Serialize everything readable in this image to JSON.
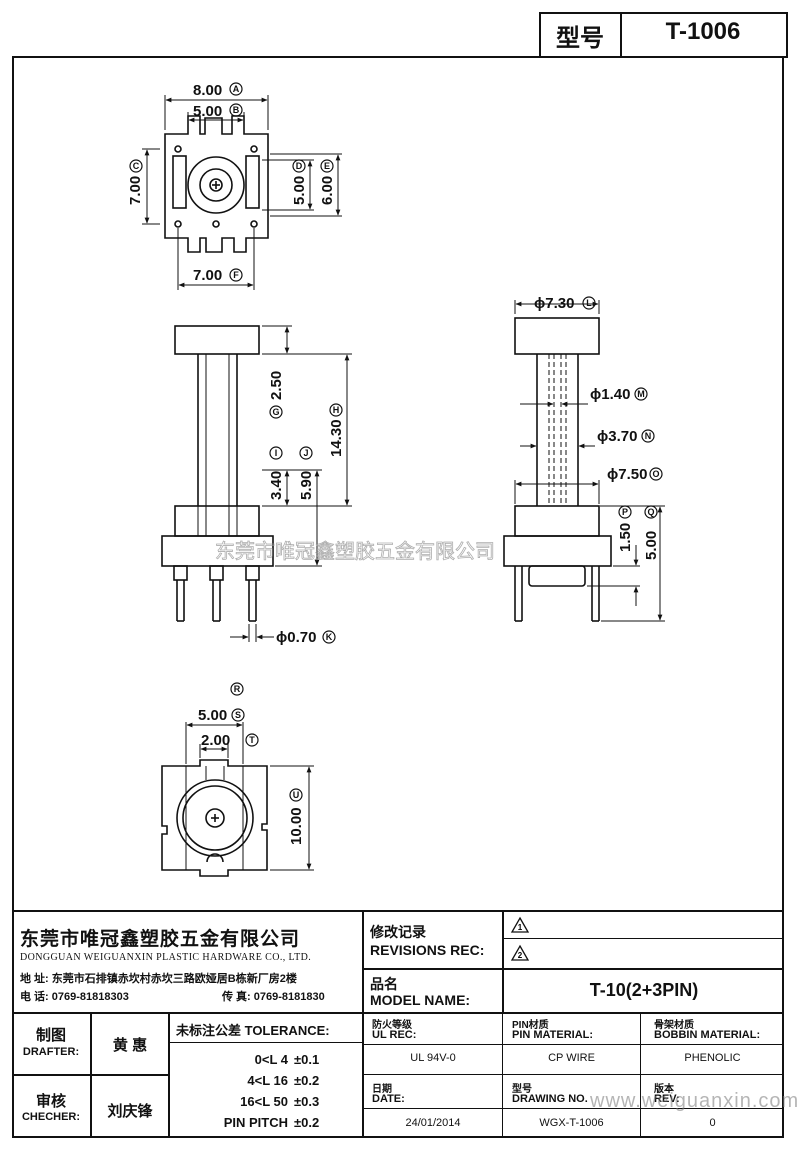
{
  "header": {
    "model_label": "型号",
    "model_value": "T-1006"
  },
  "dims": {
    "A": "8.00",
    "B": "5.00",
    "C": "7.00",
    "D": "5.00",
    "E": "6.00",
    "F": "7.00",
    "G": "2.50",
    "H": "14.30",
    "I": "3.40",
    "J": "5.90",
    "K": "ϕ0.70",
    "L": "ϕ7.30",
    "M": "ϕ1.40",
    "N": "ϕ3.70",
    "O": "ϕ7.50",
    "P": "1.50",
    "Q": "5.00",
    "S": "5.00",
    "T": "2.00",
    "U": "10.00"
  },
  "markers": {
    "A": "A",
    "B": "B",
    "C": "C",
    "D": "D",
    "E": "E",
    "F": "F",
    "G": "G",
    "H": "H",
    "I": "I",
    "J": "J",
    "K": "K",
    "L": "L",
    "M": "M",
    "N": "N",
    "O": "O",
    "P": "P",
    "Q": "Q",
    "R": "R",
    "S": "S",
    "T": "T",
    "U": "U"
  },
  "watermark": {
    "company": "东莞市唯冠鑫塑胶五金有限公司",
    "url": "www.weiguanxin.com"
  },
  "titleblock": {
    "company_cn": "东莞市唯冠鑫塑胶五金有限公司",
    "company_en": "DONGGUAN WEIGUANXIN PLASTIC HARDWARE CO., LTD.",
    "address": "地  址:  东莞市石排镇赤坎村赤坎三路欧娅居B栋新厂房2楼",
    "phone": "电  话:  0769-81818303",
    "fax": "传  真:  0769-8181830",
    "revisions_cn": "修改记录",
    "revisions_en": "REVISIONS REC:",
    "rev1": "1",
    "rev2": "2",
    "model_name_cn": "品名",
    "model_name_en": "MODEL NAME:",
    "model_name_value": "T-10(2+3PIN)",
    "drafter_cn": "制图",
    "drafter_en": "DRAFTER:",
    "drafter_name": "黄  惠",
    "checker_cn": "审核",
    "checker_en": "CHECHER:",
    "checker_name": "刘庆锋",
    "tolerance_title": "未标注公差 TOLERANCE:",
    "tol_rows": [
      {
        "range": "0<L   4",
        "value": "±0.1"
      },
      {
        "range": "4<L  16",
        "value": "±0.2"
      },
      {
        "range": "16<L  50",
        "value": "±0.3"
      },
      {
        "range": "PIN PITCH",
        "value": "±0.2"
      }
    ],
    "ul_cn": "防火等级",
    "ul_en": "UL REC:",
    "ul_value": "UL 94V-0",
    "pin_cn": "PIN材质",
    "pin_en": "PIN MATERIAL:",
    "pin_value": "CP WIRE",
    "bobbin_cn": "骨架材质",
    "bobbin_en": "BOBBIN MATERIAL:",
    "bobbin_value": "PHENOLIC",
    "date_cn": "日期",
    "date_en": "DATE:",
    "date_value": "24/01/2014",
    "drawno_cn": "型号",
    "drawno_en": "DRAWING NO.",
    "drawno_value": "WGX-T-1006",
    "rev_cn": "版本",
    "rev_en": "REV:",
    "rev_value": "0"
  }
}
